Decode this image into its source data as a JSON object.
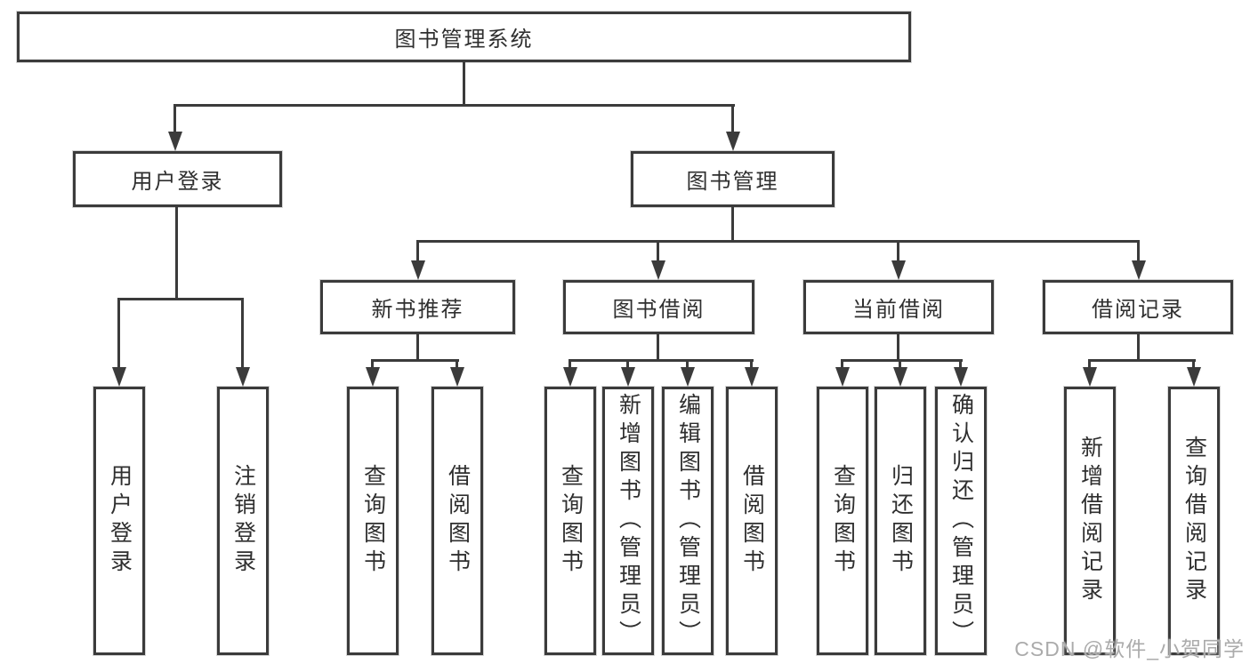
{
  "diagram": {
    "root": "图书管理系统",
    "level2": {
      "user_login": "用户登录",
      "book_management": "图书管理"
    },
    "level3": {
      "new_book_recommend": "新书推荐",
      "book_borrow": "图书借阅",
      "current_borrow": "当前借阅",
      "borrow_records": "借阅记录"
    },
    "leaves": {
      "user_login": [
        "用户登录",
        "注销登录"
      ],
      "new_book_recommend": [
        "查询图书",
        "借阅图书"
      ],
      "book_borrow": [
        "查询图书",
        "新增图书（管理员）",
        "编辑图书（管理员）",
        "借阅图书"
      ],
      "current_borrow": [
        "查询图书",
        "归还图书",
        "确认归还（管理员）"
      ],
      "borrow_records": [
        "新增借阅记录",
        "查询借阅记录"
      ]
    }
  },
  "watermark": "CSDN @软件_小贺同学",
  "colors": {
    "line": "#3b3b3b",
    "box_border": "#3b3b3b",
    "text": "#2f2f2f",
    "watermark": "#ababab",
    "background": "#ffffff"
  }
}
